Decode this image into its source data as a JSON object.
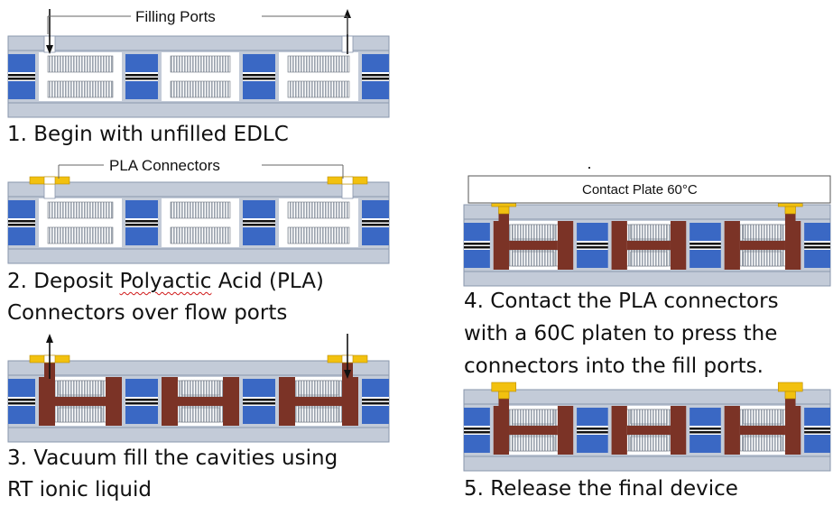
{
  "colors": {
    "gray": "#c3cbd8",
    "outline": "#8a97ad",
    "blue": "#3a68c4",
    "brown": "#7b3326",
    "pla": "#f2c10f",
    "hatch": "#9aa2ad"
  },
  "steps": [
    {
      "number": "1.",
      "caption": "Begin with unfilled EDLC",
      "callout": "Filling  Ports"
    },
    {
      "number": "2.",
      "caption_before": "Deposit ",
      "caption_underlined": "Polyactic",
      "caption_after": " Acid (PLA)",
      "caption_line2": "Connectors over flow ports",
      "callout": "PLA Connectors"
    },
    {
      "number": "3.",
      "caption": "Vacuum fill the cavities using",
      "caption_line2": "RT ionic liquid"
    },
    {
      "number": "4.",
      "caption": "Contact the PLA connectors",
      "caption_line2": "with a 60C platen to press the",
      "caption_line3": "connectors into the fill ports.",
      "plate_label": "Contact Plate 60°C"
    },
    {
      "number": "5.",
      "caption": "Release the final device"
    }
  ]
}
